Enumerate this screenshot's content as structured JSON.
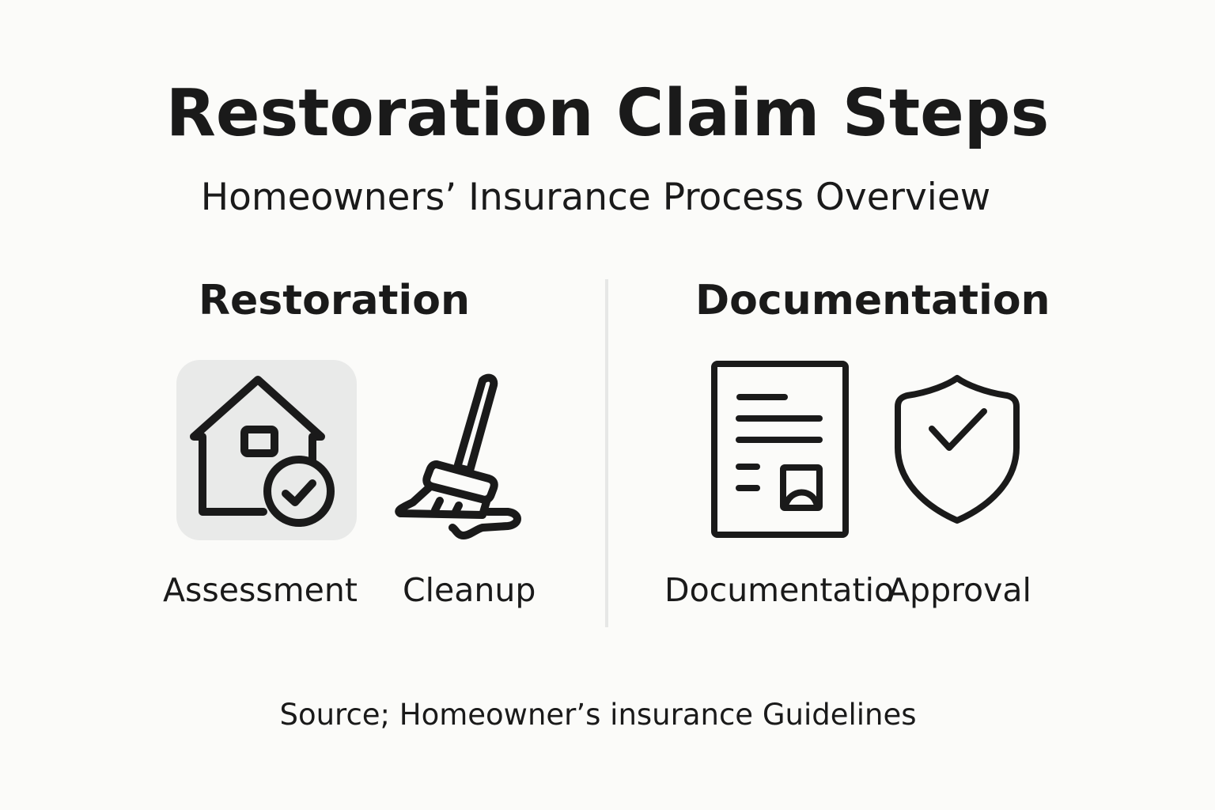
{
  "header": {
    "title": "Restoration Claim Steps",
    "subtitle": "Homeowners’ Insurance Process Overview"
  },
  "sections": [
    {
      "heading": "Restoration",
      "steps": [
        {
          "label": "Assessment",
          "icon": "house-check-icon",
          "highlighted": true
        },
        {
          "label": "Cleanup",
          "icon": "broom-icon",
          "highlighted": false
        }
      ]
    },
    {
      "heading": "Documentation",
      "steps": [
        {
          "label": "Documentatio",
          "icon": "document-icon",
          "highlighted": false
        },
        {
          "label": "Approval",
          "icon": "shield-check-icon",
          "highlighted": false
        }
      ]
    }
  ],
  "footer": {
    "source": "Source; Homeowner’s insurance Guidelines"
  },
  "colors": {
    "background": "#fbfbf9",
    "text": "#1a1a1a",
    "icon_stroke": "#1a1a1a",
    "highlight_bg": "#e9eae9",
    "divider": "#e6e7e6"
  }
}
